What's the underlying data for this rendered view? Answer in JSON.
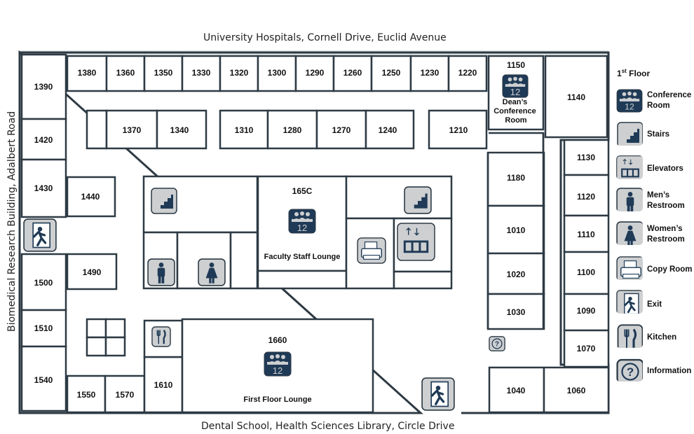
{
  "streets": {
    "top": "University Hospitals, Cornell Drive, Euclid Avenue",
    "bottom": "Dental School, Health Sciences Library, Circle Drive",
    "left": "Biomedical Research Building, Adalbert Road"
  },
  "floor": {
    "number": "1",
    "suffix": "st",
    "word": "Floor"
  },
  "rooms": {
    "r1380": "1380",
    "r1360": "1360",
    "r1350": "1350",
    "r1330": "1330",
    "r1320": "1320",
    "r1300": "1300",
    "r1290": "1290",
    "r1260": "1260",
    "r1250": "1250",
    "r1230": "1230",
    "r1220": "1220",
    "r1150": "1150",
    "r1140": "1140",
    "r1390": "1390",
    "r1370": "1370",
    "r1340": "1340",
    "r1310": "1310",
    "r1280": "1280",
    "r1270": "1270",
    "r1240": "1240",
    "r1210": "1210",
    "r1420": "1420",
    "r1430": "1430",
    "r1440": "1440",
    "r165c": "165C",
    "r1180": "1180",
    "r1130": "1130",
    "r1120": "1120",
    "r1010": "1010",
    "r1110": "1110",
    "r1490": "1490",
    "r1500": "1500",
    "r1020": "1020",
    "r1100": "1100",
    "r1030": "1030",
    "r1090": "1090",
    "r1510": "1510",
    "r1660": "1660",
    "r1070": "1070",
    "r1540": "1540",
    "r1610": "1610",
    "r1550": "1550",
    "r1570": "1570",
    "r1040": "1040",
    "r1060": "1060"
  },
  "named_rooms": {
    "deans_conference": "Dean’s\nConference\nRoom",
    "faculty_lounge": "Faculty Staff Lounge",
    "first_floor_lounge": "First Floor Lounge"
  },
  "conference_capacity": "12",
  "legend": [
    {
      "icon": "conference-room-icon",
      "label": "Conference\nRoom",
      "capacity": "12"
    },
    {
      "icon": "stairs-icon",
      "label": "Stairs"
    },
    {
      "icon": "elevator-icon",
      "label": "Elevators"
    },
    {
      "icon": "mens-restroom-icon",
      "label": "Men’s\nRestroom"
    },
    {
      "icon": "womens-restroom-icon",
      "label": "Women’s\nRestroom"
    },
    {
      "icon": "copy-room-icon",
      "label": "Copy Room"
    },
    {
      "icon": "exit-icon",
      "label": "Exit"
    },
    {
      "icon": "kitchen-icon",
      "label": "Kitchen"
    },
    {
      "icon": "information-icon",
      "label": "Information"
    }
  ],
  "colors": {
    "wall": "#2d3a44",
    "icon_bg": "#cdcfd1",
    "conference_fill": "#1f3a56"
  }
}
